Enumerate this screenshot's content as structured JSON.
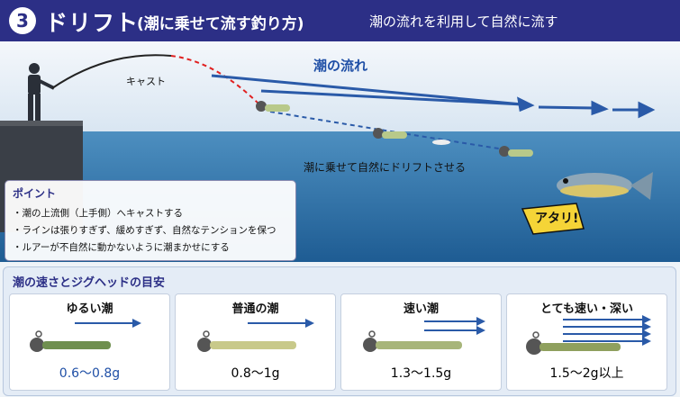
{
  "header": {
    "number": "3",
    "title": "ドリフト",
    "title_paren": "(潮に乗せて流す釣り方)",
    "subtitle": "潮の流れを利用して自然に流す"
  },
  "scene": {
    "cast_label": "キャスト",
    "current_label": "潮の流れ",
    "drift_label": "潮に乗せて自然にドリフトさせる",
    "strike_label": "アタリ!"
  },
  "points": {
    "title": "ポイント",
    "items": [
      "・潮の上流側（上手側）へキャストする",
      "・ラインは張りすぎず、緩めすぎず、自然なテンションを保つ",
      "・ルアーが不自然に動かないように潮まかせにする"
    ]
  },
  "guide": {
    "title": "潮の速さとジグヘッドの目安",
    "cards": [
      {
        "label": "ゆるい潮",
        "weight": "0.6〜0.8g",
        "color": "#1f4fa6",
        "arrows": 1
      },
      {
        "label": "普通の潮",
        "weight": "0.8〜1g",
        "color": "#111111",
        "arrows": 1
      },
      {
        "label": "速い潮",
        "weight": "1.3〜1.5g",
        "color": "#111111",
        "arrows": 2
      },
      {
        "label": "とても速い・深い",
        "weight": "1.5〜2g以上",
        "color": "#111111",
        "arrows": 4
      }
    ]
  },
  "colors": {
    "header_bg": "#2c2f86",
    "current_arrow": "#2a5aa8",
    "cast_line": "#e02020",
    "drift_line": "#2a5aa8"
  }
}
